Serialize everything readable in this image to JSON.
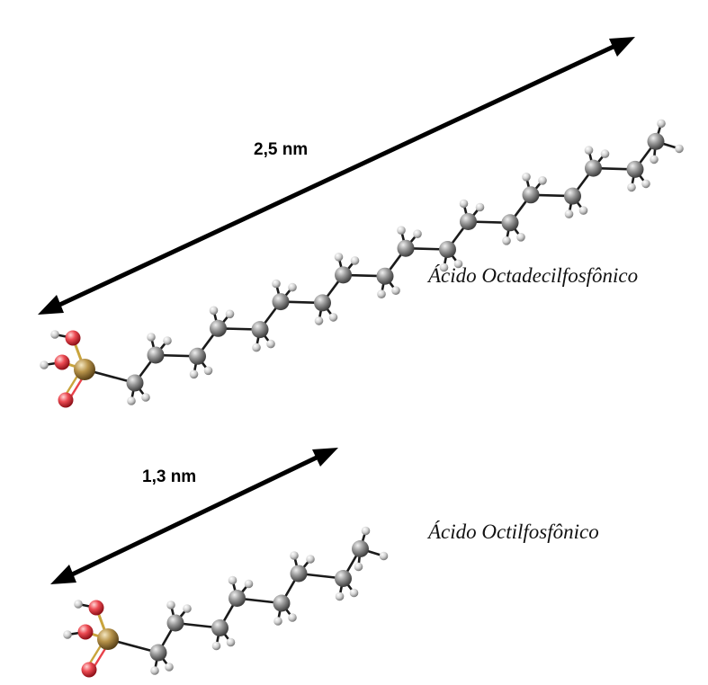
{
  "molecules": [
    {
      "name": "Ácido Octadecilfosfônico",
      "length_label": "2,5 nm",
      "carbon_count": 18
    },
    {
      "name": "Ácido Octilfosfônico",
      "length_label": "1,3 nm",
      "carbon_count": 8
    }
  ],
  "atom_colors": {
    "carbon": "#8e8e8e",
    "hydrogen": "#d9d9d9",
    "oxygen": "#e8424a",
    "phosphorus": "#b8944a",
    "bond": "#1a1a1a",
    "po_bond": "#c9a43c",
    "arrow": "#000000"
  }
}
